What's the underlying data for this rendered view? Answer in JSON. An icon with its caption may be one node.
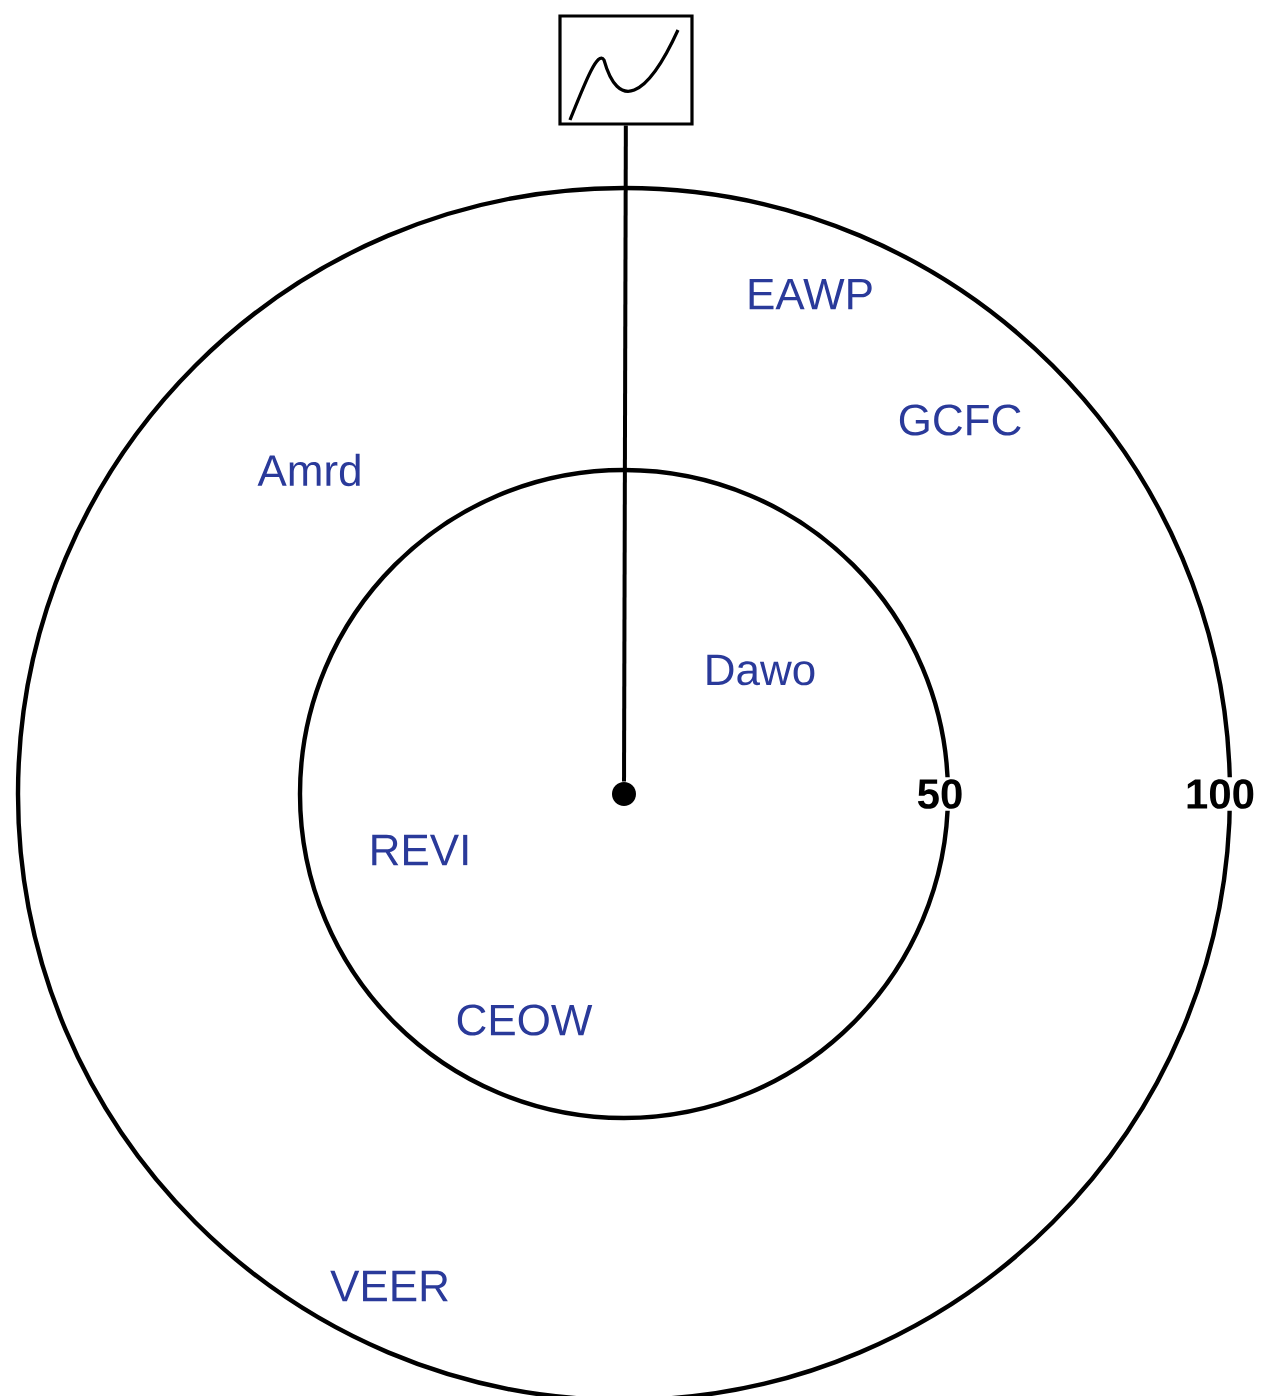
{
  "diagram": {
    "nodes": [
      {
        "text": [],
        "shape": "picture"
      },
      {
        "text": [],
        "shape": "circle"
      }
    ],
    "edges": [
      {
        "from": 0,
        "to": 1,
        "arrow": "none"
      }
    ],
    "labels": [
      "EAWP",
      "GCFC",
      "Amrd",
      "Dawo",
      "50",
      "100",
      "REVI",
      "CEOW",
      "VEER"
    ]
  }
}
